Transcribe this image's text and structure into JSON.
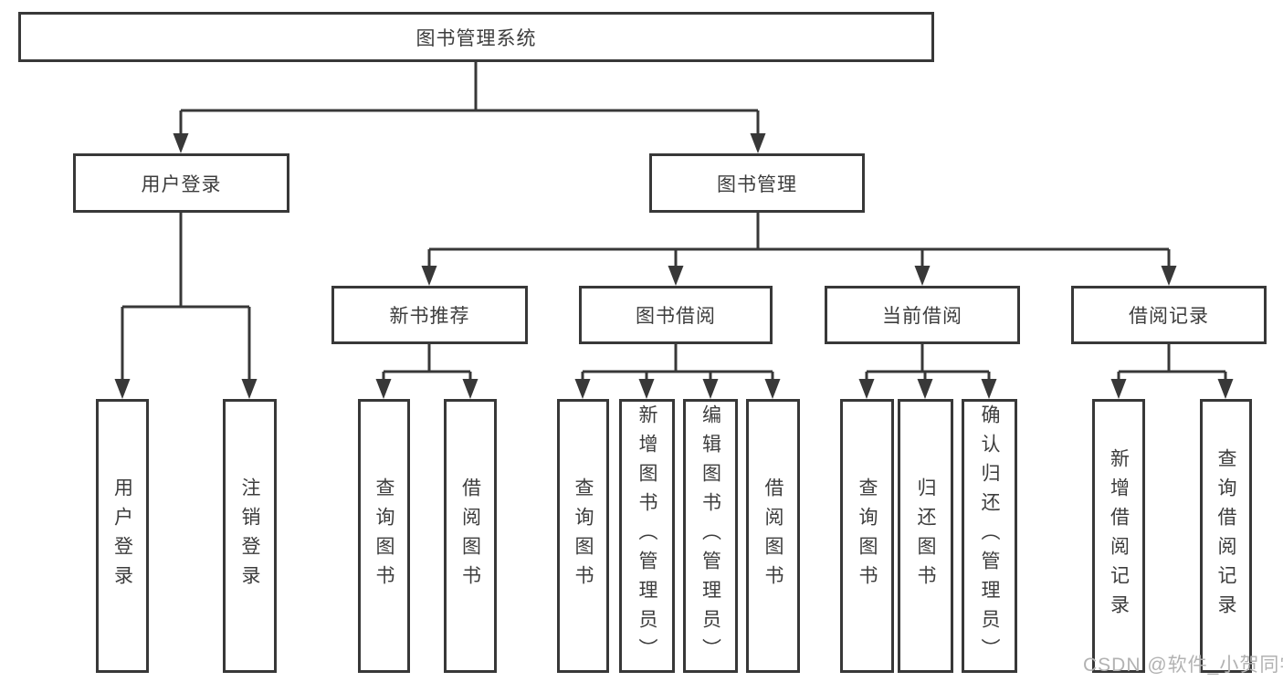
{
  "diagram_type": "hierarchy-tree",
  "colors": {
    "line": "#383838",
    "box_border": "#383838",
    "box_fill": "#ffffff",
    "text": "#3d3d3d",
    "watermark": "#b2b2b2"
  },
  "tree": {
    "label": "图书管理系统",
    "children": [
      {
        "label": "用户登录",
        "children": [
          {
            "label": "用户登录"
          },
          {
            "label": "注销登录"
          }
        ]
      },
      {
        "label": "图书管理",
        "children": [
          {
            "label": "新书推荐",
            "children": [
              {
                "label": "查询图书"
              },
              {
                "label": "借阅图书"
              }
            ]
          },
          {
            "label": "图书借阅",
            "children": [
              {
                "label": "查询图书"
              },
              {
                "label": "新增图书（管理员）"
              },
              {
                "label": "编辑图书（管理员）"
              },
              {
                "label": "借阅图书"
              }
            ]
          },
          {
            "label": "当前借阅",
            "children": [
              {
                "label": "查询图书"
              },
              {
                "label": "归还图书"
              },
              {
                "label": "确认归还（管理员）"
              }
            ]
          },
          {
            "label": "借阅记录",
            "children": [
              {
                "label": "新增借阅记录"
              },
              {
                "label": "查询借阅记录"
              }
            ]
          }
        ]
      }
    ]
  },
  "watermark": {
    "text": "CSDN @软件_小贺同学"
  }
}
